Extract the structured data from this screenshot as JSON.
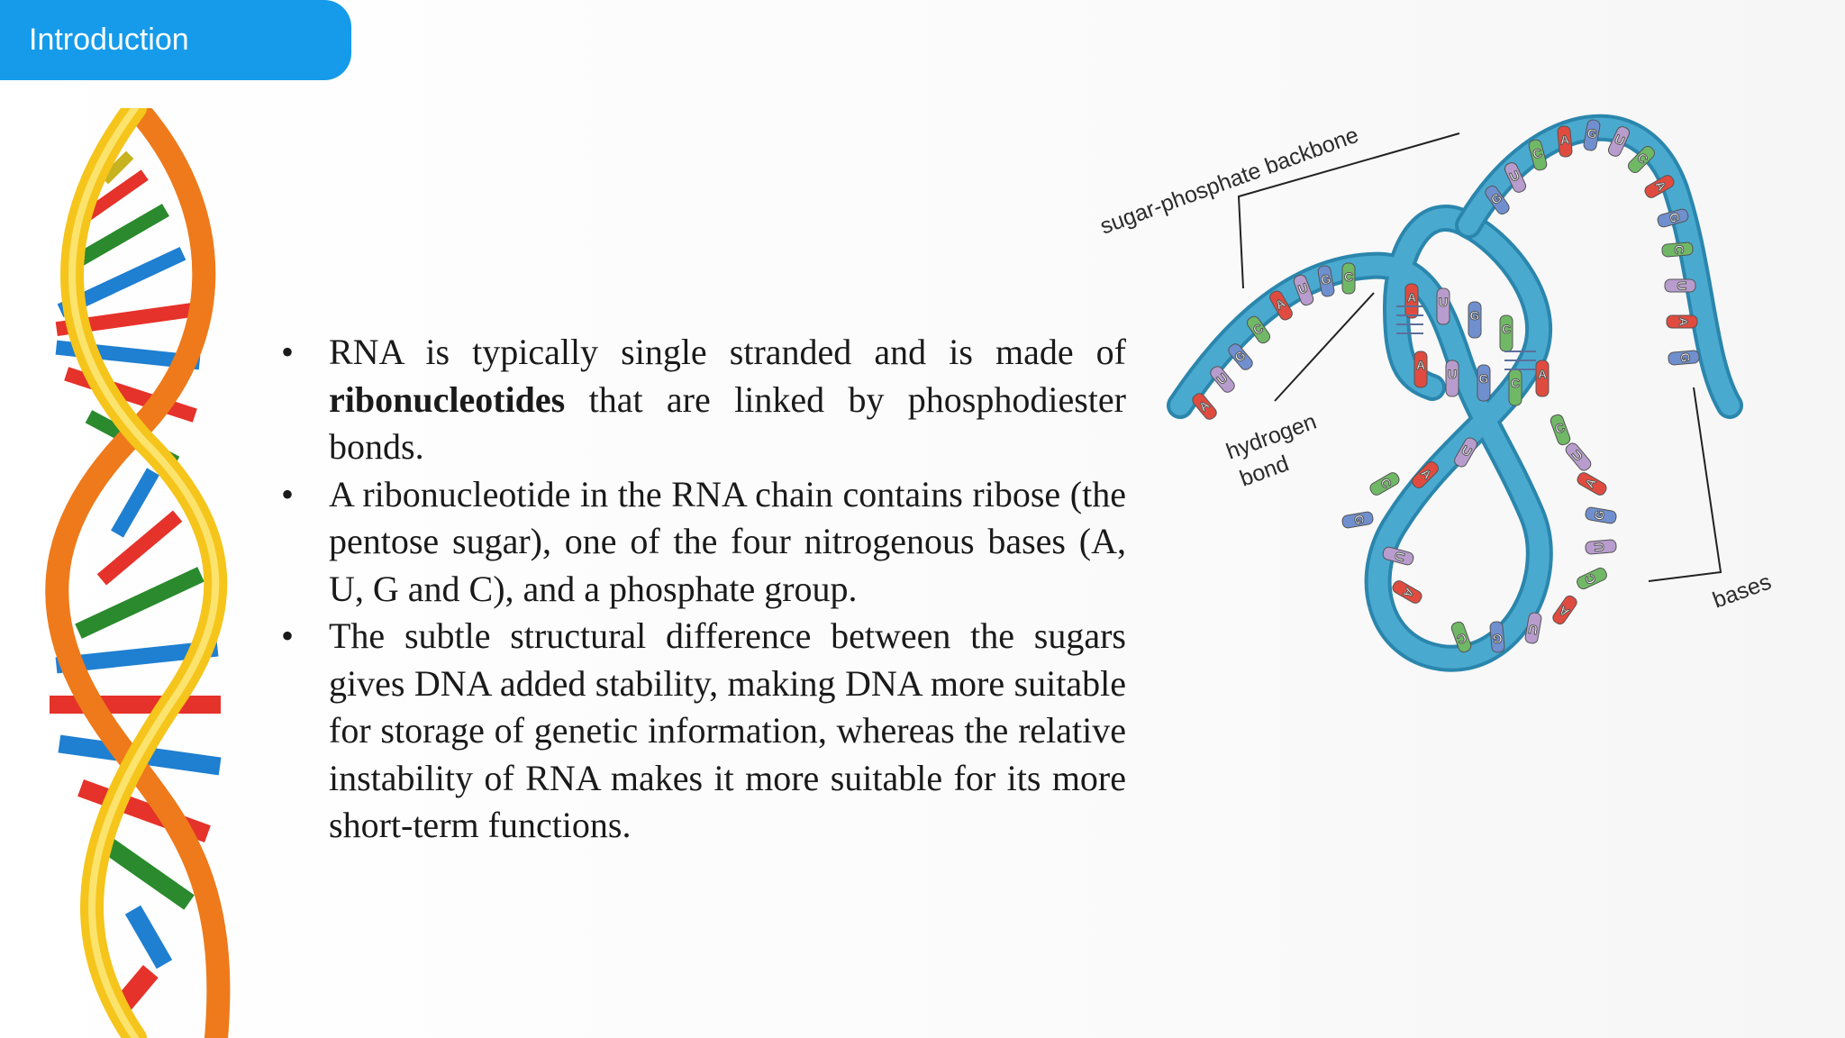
{
  "header": {
    "title": "Introduction"
  },
  "bullets": [
    {
      "before": "RNA is typically single stranded and is made of ",
      "bold": "ribonucleotides",
      "after": " that are linked by phosphodiester bonds."
    },
    {
      "before": "A ribonucleotide in the RNA chain contains ribose (the pentose sugar), one of the four nitrogenous bases (A, U, G and C), and a phosphate group.",
      "bold": "",
      "after": ""
    },
    {
      "before": "The subtle structural difference between the sugars gives DNA added stability, making DNA more suitable for storage of genetic information, whereas the relative instability of RNA makes it more suitable for its more short-term functions.",
      "bold": "",
      "after": ""
    }
  ],
  "diagram": {
    "labels": {
      "backbone": "sugar-phosphate backbone",
      "hydrogen_line1": "hydrogen",
      "hydrogen_line2": "bond",
      "bases": "bases"
    },
    "base_letters": [
      "A",
      "U",
      "G",
      "C",
      "A",
      "U",
      "G",
      "C",
      "A",
      "U",
      "G",
      "C",
      "A",
      "U",
      "G",
      "C",
      "A",
      "G",
      "U",
      "C",
      "A",
      "G",
      "U",
      "C",
      "A",
      "G",
      "C",
      "U",
      "A",
      "G",
      "C",
      "U",
      "A",
      "G",
      "U",
      "C"
    ],
    "colors": {
      "A": "#e04b3f",
      "U": "#b79ccd",
      "G": "#6f8fcf",
      "C": "#70b866",
      "strand": "#4aa9cf",
      "strand_dark": "#2b86ad"
    }
  }
}
